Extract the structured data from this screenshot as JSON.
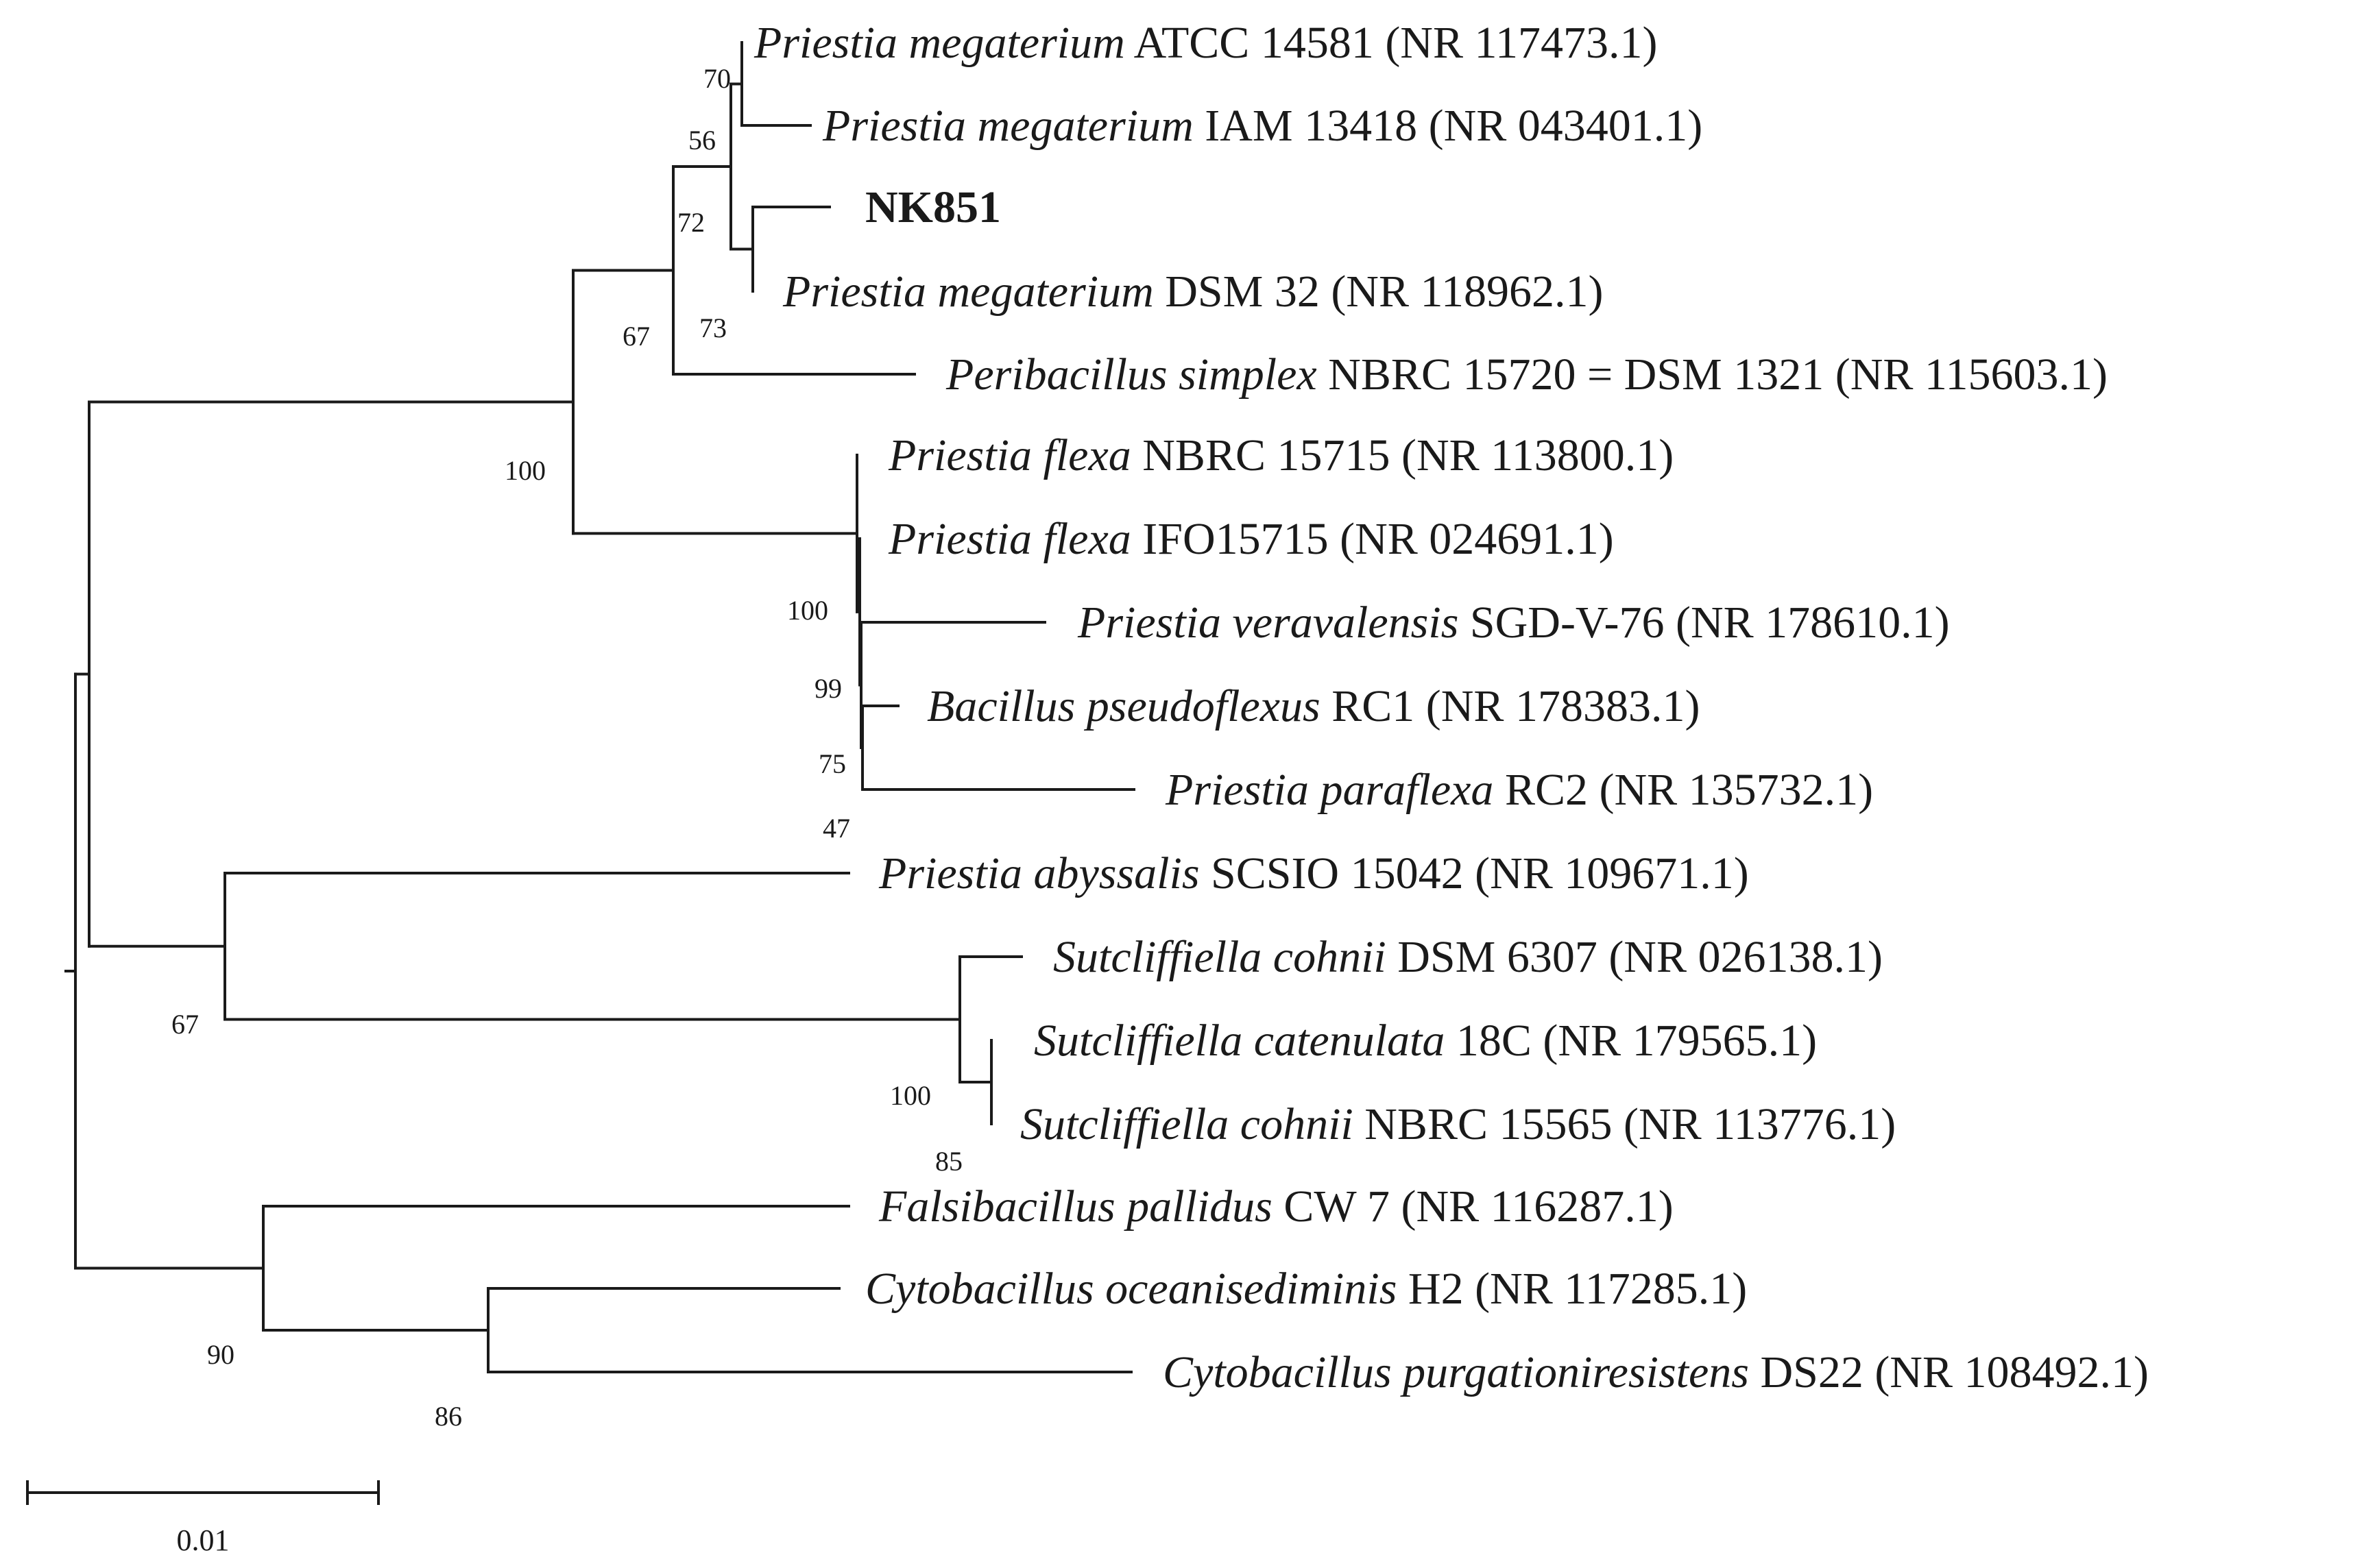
{
  "taxa": [
    {
      "id": "t1",
      "species": "Priestia megaterium",
      "strain": " ATCC 14581 (NR 117473.1)"
    },
    {
      "id": "t2",
      "species": "Priestia megaterium",
      "strain": " IAM 13418 (NR 043401.1)"
    },
    {
      "id": "t3",
      "species": "",
      "strain": "NK851",
      "highlight": true
    },
    {
      "id": "t4",
      "species": "Priestia megaterium",
      "strain": " DSM 32 (NR 118962.1)"
    },
    {
      "id": "t5",
      "species": "Peribacillus simplex",
      "strain": " NBRC 15720 = DSM 1321 (NR 115603.1)"
    },
    {
      "id": "t6",
      "species": "Priestia flexa",
      "strain": " NBRC 15715 (NR 113800.1)"
    },
    {
      "id": "t7",
      "species": "Priestia flexa",
      "strain": " IFO15715 (NR 024691.1)"
    },
    {
      "id": "t8",
      "species": "Priestia veravalensis",
      "strain": " SGD-V-76 (NR 178610.1)"
    },
    {
      "id": "t9",
      "species": "Bacillus pseudoflexus",
      "strain": " RC1 (NR 178383.1)"
    },
    {
      "id": "t10",
      "species": "Priestia paraflexa",
      "strain": " RC2 (NR 135732.1)"
    },
    {
      "id": "t11",
      "species": "Priestia abyssalis",
      "strain": " SCSIO 15042 (NR 109671.1)"
    },
    {
      "id": "t12",
      "species": "Sutcliffiella cohnii",
      "strain": " DSM 6307 (NR 026138.1)"
    },
    {
      "id": "t13",
      "species": "Sutcliffiella catenulata",
      "strain": " 18C (NR 179565.1)"
    },
    {
      "id": "t14",
      "species": "Sutcliffiella cohnii",
      "strain": " NBRC 15565 (NR 113776.1)"
    },
    {
      "id": "t15",
      "species": "Falsibacillus pallidus",
      "strain": " CW 7 (NR 116287.1)"
    },
    {
      "id": "t16",
      "species": "Cytobacillus oceanisediminis",
      "strain": " H2 (NR 117285.1)"
    },
    {
      "id": "t17",
      "species": "Cytobacillus purgationiresistens",
      "strain": " DS22 (NR 108492.1)"
    }
  ],
  "bootstrap": [
    {
      "node": "n_t1_t2",
      "value": "70"
    },
    {
      "node": "n_meg",
      "value": "56"
    },
    {
      "node": "n_nk",
      "value": "72"
    },
    {
      "node": "n_nk_dsm",
      "value": "73"
    },
    {
      "node": "n_megsimp",
      "value": "67"
    },
    {
      "node": "n_top",
      "value": "100"
    },
    {
      "node": "n_flexa",
      "value": "100"
    },
    {
      "node": "n_flexa2",
      "value": "99"
    },
    {
      "node": "n_flexa3",
      "value": "75"
    },
    {
      "node": "n_flexa4",
      "value": "47"
    },
    {
      "node": "n_sut_aby",
      "value": "67"
    },
    {
      "node": "n_sut",
      "value": "100"
    },
    {
      "node": "n_sut2",
      "value": "85"
    },
    {
      "node": "n_fc",
      "value": "90"
    },
    {
      "node": "n_cyto",
      "value": "86"
    }
  ],
  "scale_bar": {
    "label": "0.01"
  }
}
